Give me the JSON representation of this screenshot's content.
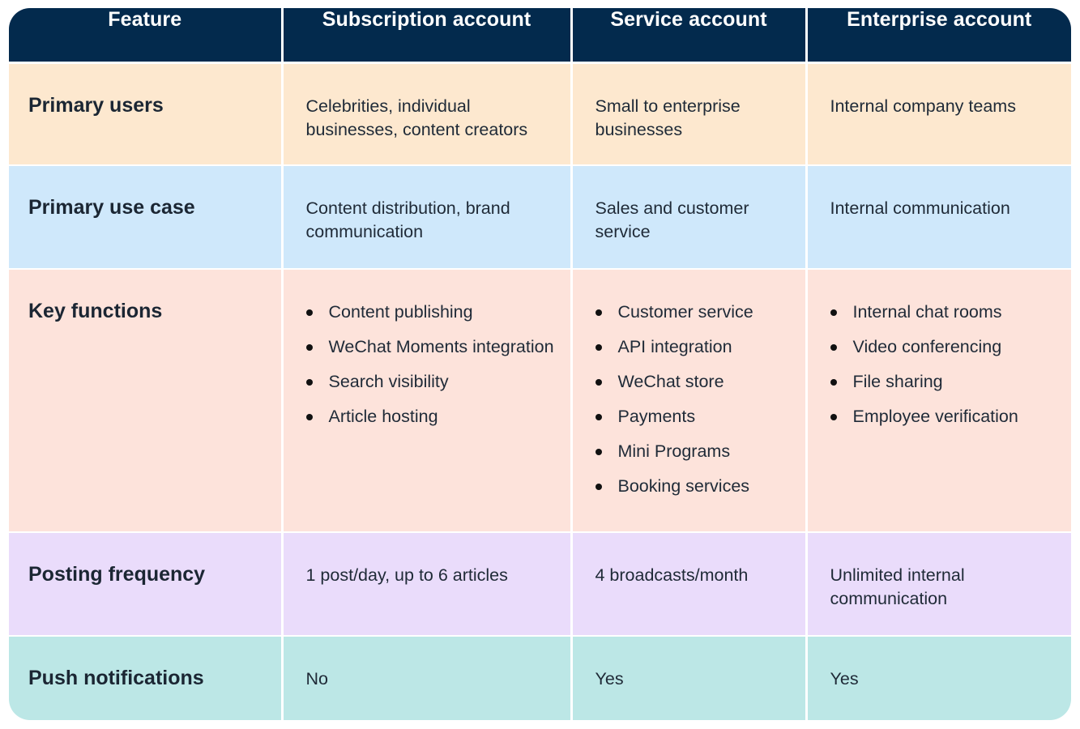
{
  "headers": [
    "Feature",
    "Subscription account",
    "Service account",
    "Enterprise account"
  ],
  "rows": {
    "primary_users": {
      "label": "Primary users",
      "subscription": "Celebrities, individual businesses, content creators",
      "service": "Small to enterprise businesses",
      "enterprise": "Internal company teams"
    },
    "primary_use_case": {
      "label": "Primary use case",
      "subscription": "Content distribution, brand communication",
      "service": "Sales and customer service",
      "enterprise": "Internal communication"
    },
    "key_functions": {
      "label": "Key functions",
      "subscription": [
        "Content publishing",
        "WeChat Moments integration",
        "Search visibility",
        "Article hosting"
      ],
      "service": [
        "Customer service",
        "API integration",
        "WeChat store",
        "Payments",
        "Mini Programs",
        "Booking services"
      ],
      "enterprise": [
        "Internal chat rooms",
        "Video conferencing",
        "File sharing",
        "Employee verification"
      ]
    },
    "posting_frequency": {
      "label": "Posting frequency",
      "subscription": "1 post/day, up to 6 articles",
      "service": "4 broadcasts/month",
      "enterprise": "Unlimited internal communication"
    },
    "push_notifications": {
      "label": "Push notifications",
      "subscription": "No",
      "service": "Yes",
      "enterprise": "Yes"
    }
  },
  "colors": {
    "header_bg": "#032a4d",
    "primary_users_bg": "#fde8cf",
    "primary_use_case_bg": "#cfe8fb",
    "key_functions_bg": "#fde3db",
    "posting_frequency_bg": "#eadcfb",
    "push_notifications_bg": "#bce7e6"
  }
}
